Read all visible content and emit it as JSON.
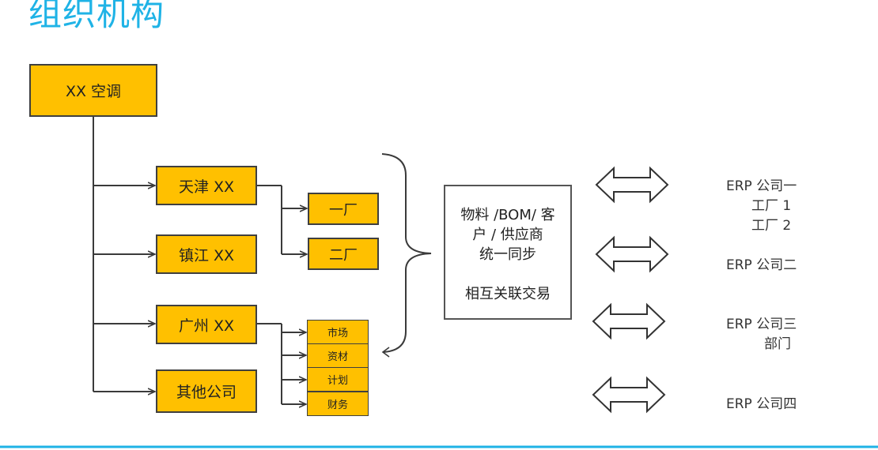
{
  "title": "组织机构",
  "root": {
    "label": "XX 空调"
  },
  "branches": [
    {
      "label": "天津 XX"
    },
    {
      "label": "镇江 XX"
    },
    {
      "label": "广州 XX"
    },
    {
      "label": "其他公司"
    }
  ],
  "tianjin_factories": [
    {
      "label": "一厂"
    },
    {
      "label": "二厂"
    }
  ],
  "guangzhou_departments": [
    {
      "label": "市场"
    },
    {
      "label": "资材"
    },
    {
      "label": "计划"
    },
    {
      "label": "财务"
    }
  ],
  "sync_box": {
    "line1": "物料 /BOM/ 客",
    "line2": "户 / 供应商",
    "line3": "统一同步",
    "line4": "相互关联交易"
  },
  "erp_companies": [
    {
      "label": "ERP 公司一",
      "sub1": "工厂 1",
      "sub2": "工厂 2"
    },
    {
      "label": "ERP 公司二"
    },
    {
      "label": "ERP 公司三",
      "sub1": "部门"
    },
    {
      "label": "ERP 公司四"
    }
  ],
  "colors": {
    "title": "#1fb3e6",
    "box_fill": "#ffc000",
    "box_border": "#3f3f3f",
    "connector": "#3a3a3a",
    "bottom_rule": "#1fb3e6"
  }
}
